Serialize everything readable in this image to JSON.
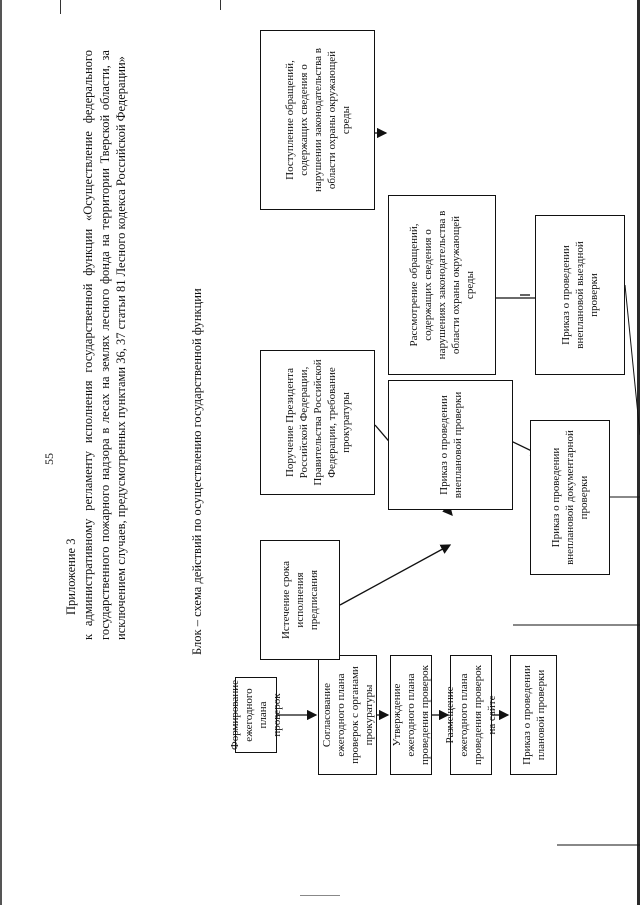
{
  "page": {
    "number": "55",
    "appendix_title": "Приложение 3",
    "appendix_body": "к административному регламенту исполнения государственной функции «Осуществление федерального государственного пожарного надзора в лесах на землях лесного фонда на территории Тверской области, за исключением случаев, предусмотренных пунктами 36, 37 статьи 81 Лесного кодекса Российской Федерации»",
    "scheme_title": "Блок – схема действий по осуществлению государственной функции"
  },
  "flowchart": {
    "planned": [
      "Формирование ежегодного плана проверок",
      "Согласование ежегодного плана проверок с органами прокуратуры",
      "Утверждение ежегодного плана проведения проверок",
      "Размещение ежегодного плана проведения проверок на сайте",
      "Приказ о проведении плановой проверки"
    ],
    "unplanned": {
      "expiry": "Истечение срока исполнения предписания",
      "instruction": "Поручение Президента Российской Федерации, Правительства Российской Федерации, требование прокуратуры",
      "receipt": "Поступление обращений, содержащих сведения о нарушении законодательства в области охраны окружающей среды",
      "review": "Рассмотрение обращений, содержащих сведения о нарушениях законодательства в области охраны окружающей среды",
      "order_unplanned": "Приказ о проведении внеплановой проверки",
      "order_documentary": "Приказ о проведении внеплановой документарной проверки",
      "order_onsite": "Приказ о проведении внеплановой выездной проверки"
    }
  }
}
